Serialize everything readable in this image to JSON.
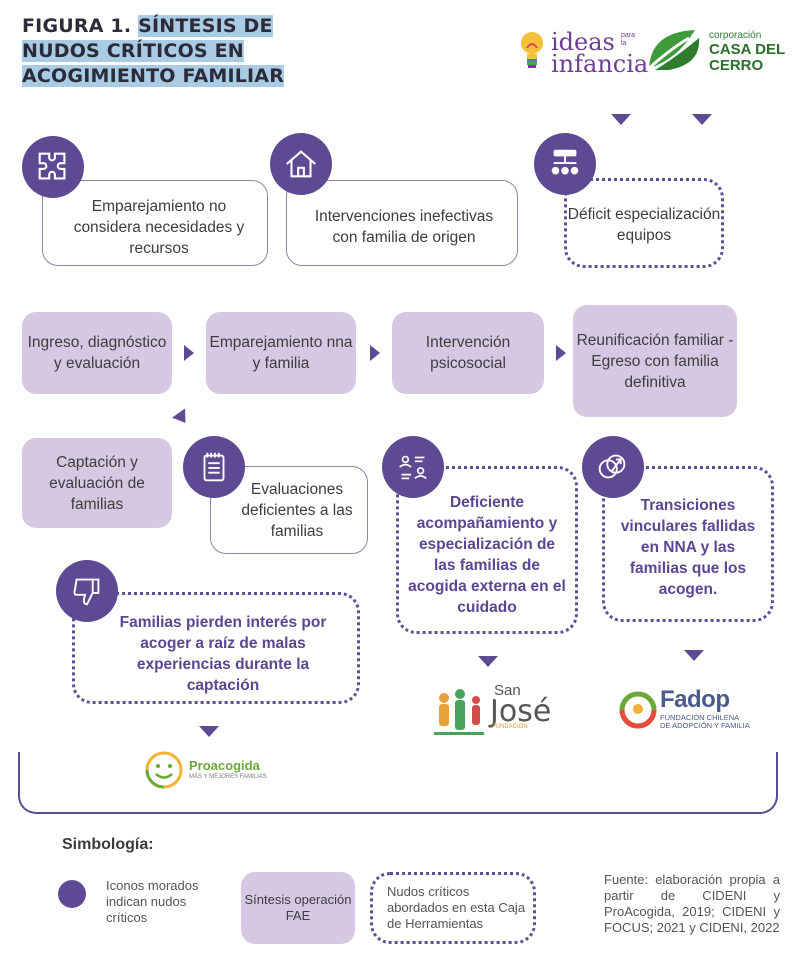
{
  "title": {
    "prefix": "FIGURA 1.",
    "rest": "SÍNTESIS DE NUDOS CRÍTICOS EN ACOGIMIENTO FAMILIAR"
  },
  "logos": {
    "ideas": {
      "line1": "ideas",
      "line2": "infancia",
      "small": "para la"
    },
    "cdc": {
      "line1": "corporación",
      "line2": "CASA DEL",
      "line3": "CERRO"
    },
    "proacogida": {
      "name": "Proacogida",
      "tagline": "MÁS Y MEJORES FAMILIAS"
    },
    "sanjose": {
      "line1": "San",
      "line2": "José",
      "line3": "FUNDACIÓN"
    },
    "fadop": {
      "name": "Fadop",
      "line1": "FUNDACIÓN CHILENA",
      "line2": "DE ADOPCIÓN Y FAMILIA"
    }
  },
  "critical_top": [
    {
      "text": "Emparejamiento no considera necesidades y recursos",
      "icon": "puzzle-icon"
    },
    {
      "text": "Intervenciones inefectivas con familia de origen",
      "icon": "house-icon"
    },
    {
      "text": "Déficit especialización equipos",
      "icon": "team-icon"
    }
  ],
  "process": [
    "Ingreso, diagnóstico y evaluación",
    "Emparejamiento nna y familia",
    "Intervención psicosocial",
    "Reunificación familiar - Egreso con familia definitiva",
    "Captación y evaluación de familias"
  ],
  "critical_mid": [
    {
      "text": "Evaluaciones deficientes a las familias",
      "icon": "notepad-icon"
    },
    {
      "text": "Deficiente acompañamiento y especialización de las familias de acogida externa en el cuidado",
      "icon": "people-icon"
    },
    {
      "text": "Transiciones vinculares fallidas en NNA y las familias que los acogen.",
      "icon": "transition-icon"
    },
    {
      "text": "Familias pierden interés por acoger a raíz de malas experiencias durante la captación",
      "icon": "thumbs-down-icon"
    }
  ],
  "legend": {
    "heading": "Simbología:",
    "icons": "Iconos morados indican nudos críticos",
    "synthesis": "Síntesis operación FAE",
    "addressed": "Nudos críticos abordados en esta Caja de Herramientas"
  },
  "source": "Fuente: elaboración propia a partir de CIDENI y ProAcogida, 2019; CIDENI y FOCUS; 2021 y CIDENI, 2022",
  "colors": {
    "purple": "#5e4a93",
    "lavender": "#d6c7e3",
    "title_highlight": "#a9cbe4"
  }
}
